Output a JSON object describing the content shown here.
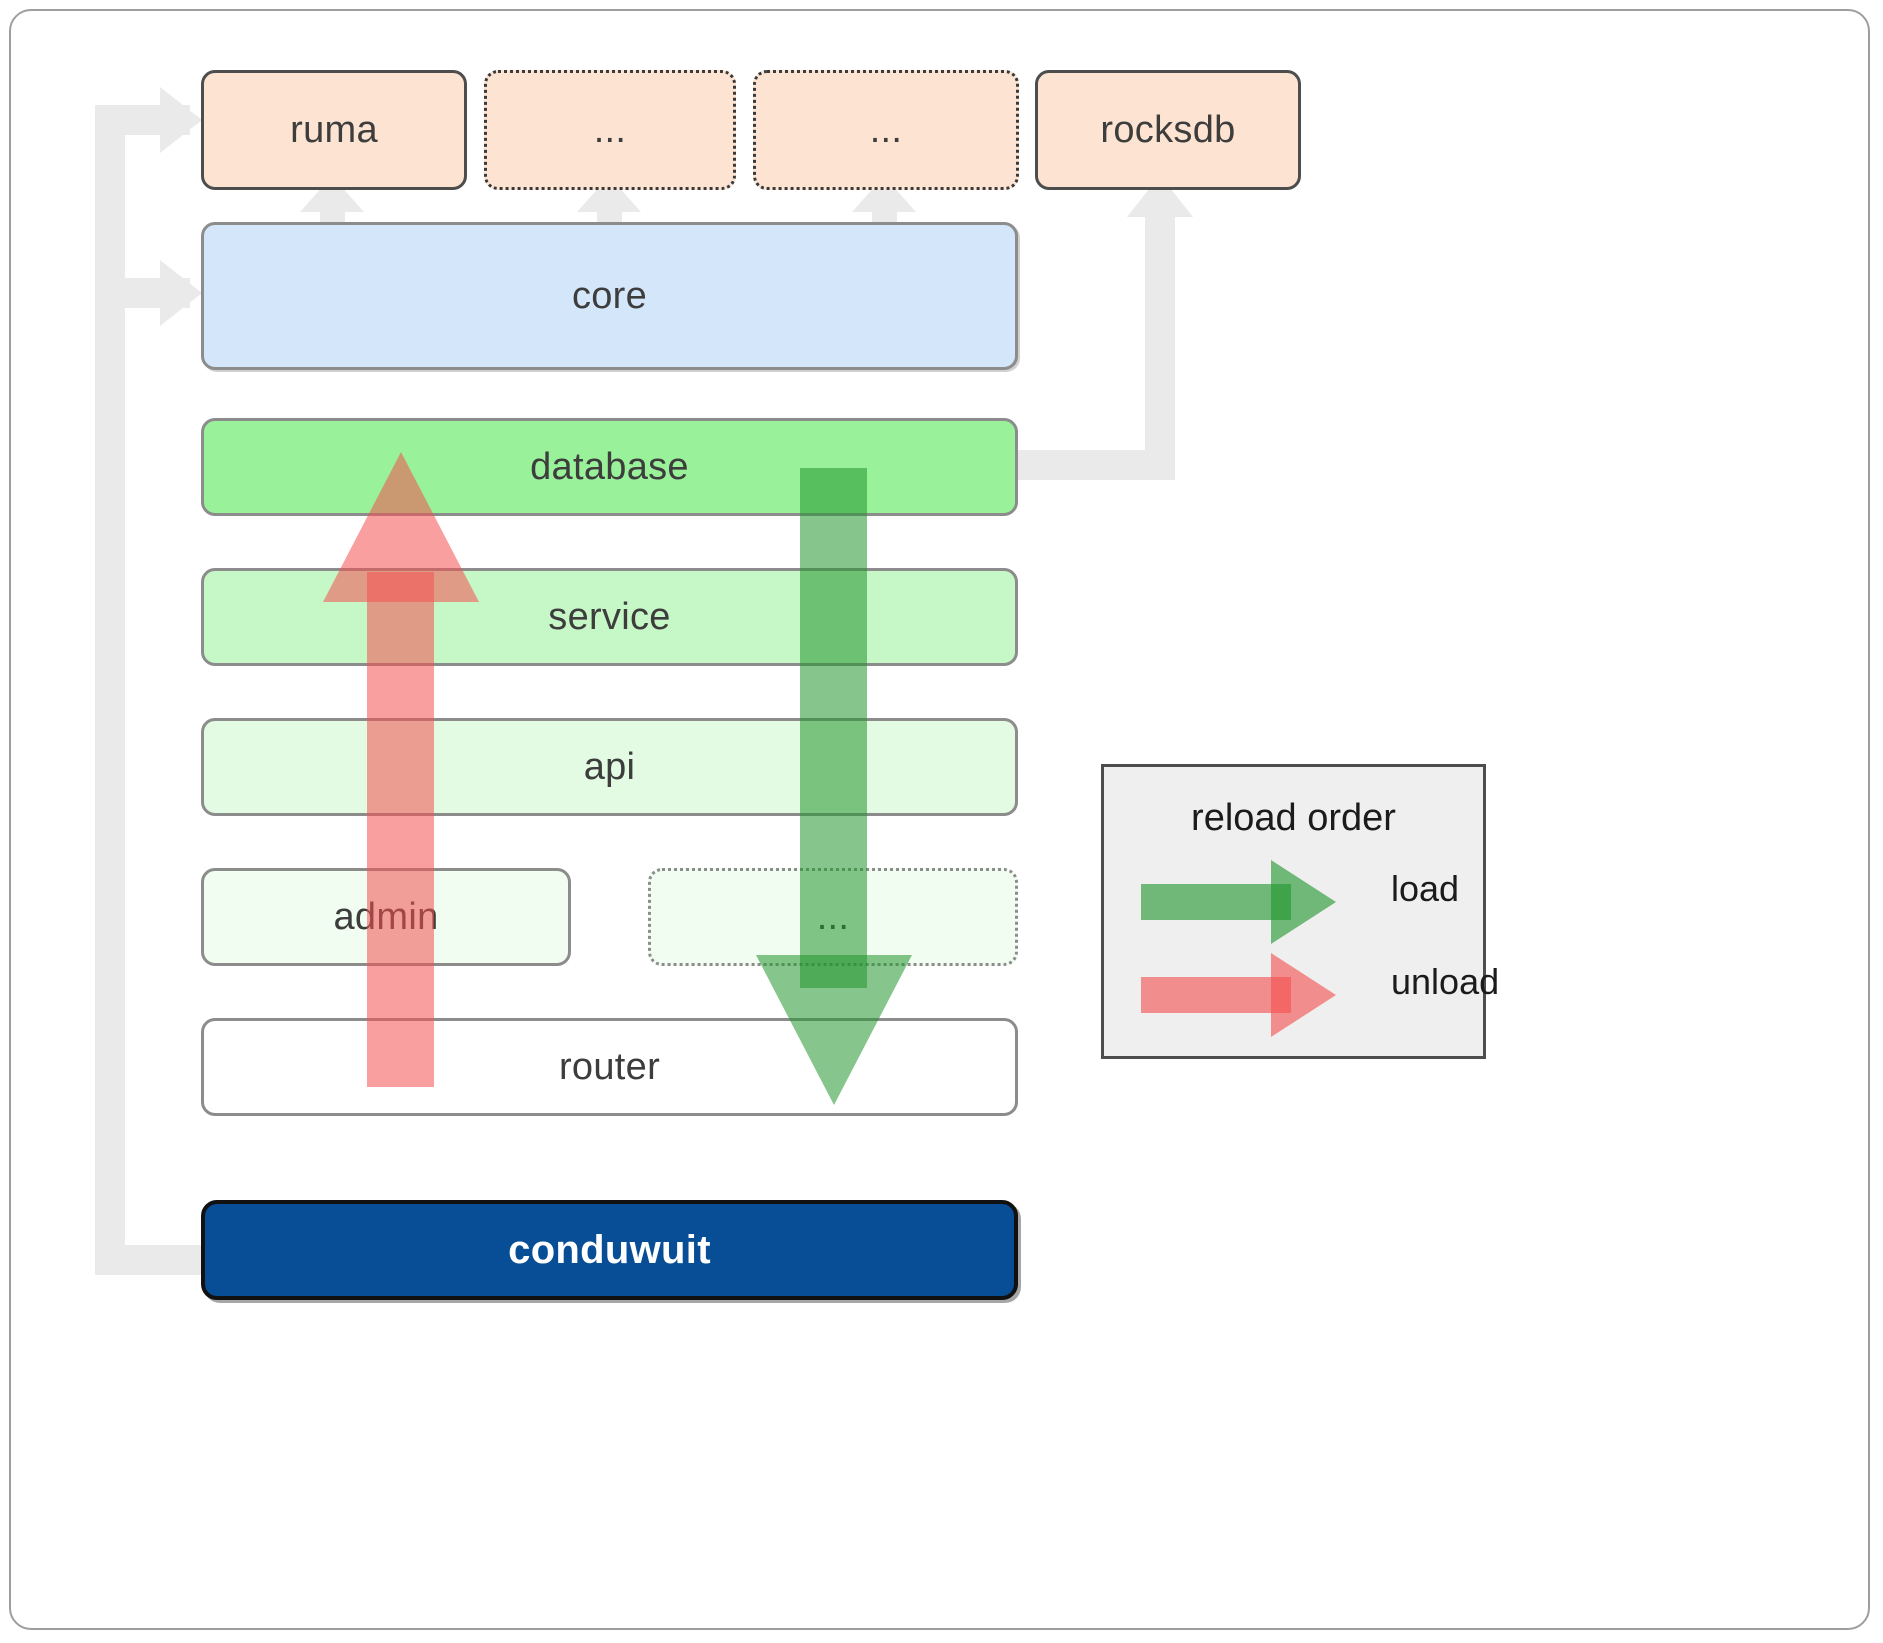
{
  "diagram": {
    "title": "conduwuit crate / reload order architecture",
    "colors": {
      "dependency_fill": "#fde4d2",
      "dependency_border": "#4d4d4d",
      "core_fill": "#d4e6fa",
      "layer_border": "#8c8c8c",
      "database_fill": "#99f299",
      "service_fill": "#c6f7c6",
      "api_fill": "#e2fbe2",
      "admin_fill": "#f0fdf0",
      "router_fill": "#ffffff",
      "conduwuit_fill": "#084e96",
      "conduwuit_text": "#ffffff",
      "connector": "#eaeaea",
      "load_arrow": "#22962d",
      "unload_arrow": "#f45050",
      "legend_fill": "#efefef",
      "frame_border": "#9e9e9e"
    },
    "dependencies": [
      {
        "label": "ruma",
        "style": "solid"
      },
      {
        "label": "...",
        "style": "dotted"
      },
      {
        "label": "...",
        "style": "dotted"
      },
      {
        "label": "rocksdb",
        "style": "solid"
      }
    ],
    "core": {
      "label": "core"
    },
    "layers": [
      {
        "label": "database",
        "style": "solid"
      },
      {
        "label": "service",
        "style": "solid"
      },
      {
        "label": "api",
        "style": "solid"
      },
      {
        "label": "admin",
        "style": "solid"
      },
      {
        "label": "...",
        "style": "dotted"
      },
      {
        "label": "router",
        "style": "solid"
      }
    ],
    "binary": {
      "label": "conduwuit"
    },
    "legend": {
      "title": "reload order",
      "items": [
        {
          "label": "load",
          "direction": "down",
          "color": "#22962d"
        },
        {
          "label": "unload",
          "direction": "up",
          "color": "#f45050"
        }
      ]
    },
    "arrows": {
      "unload": {
        "label": "unload",
        "from": "router",
        "to": "database",
        "direction": "up"
      },
      "load": {
        "label": "load",
        "from": "database",
        "to": "router",
        "direction": "down"
      }
    }
  }
}
